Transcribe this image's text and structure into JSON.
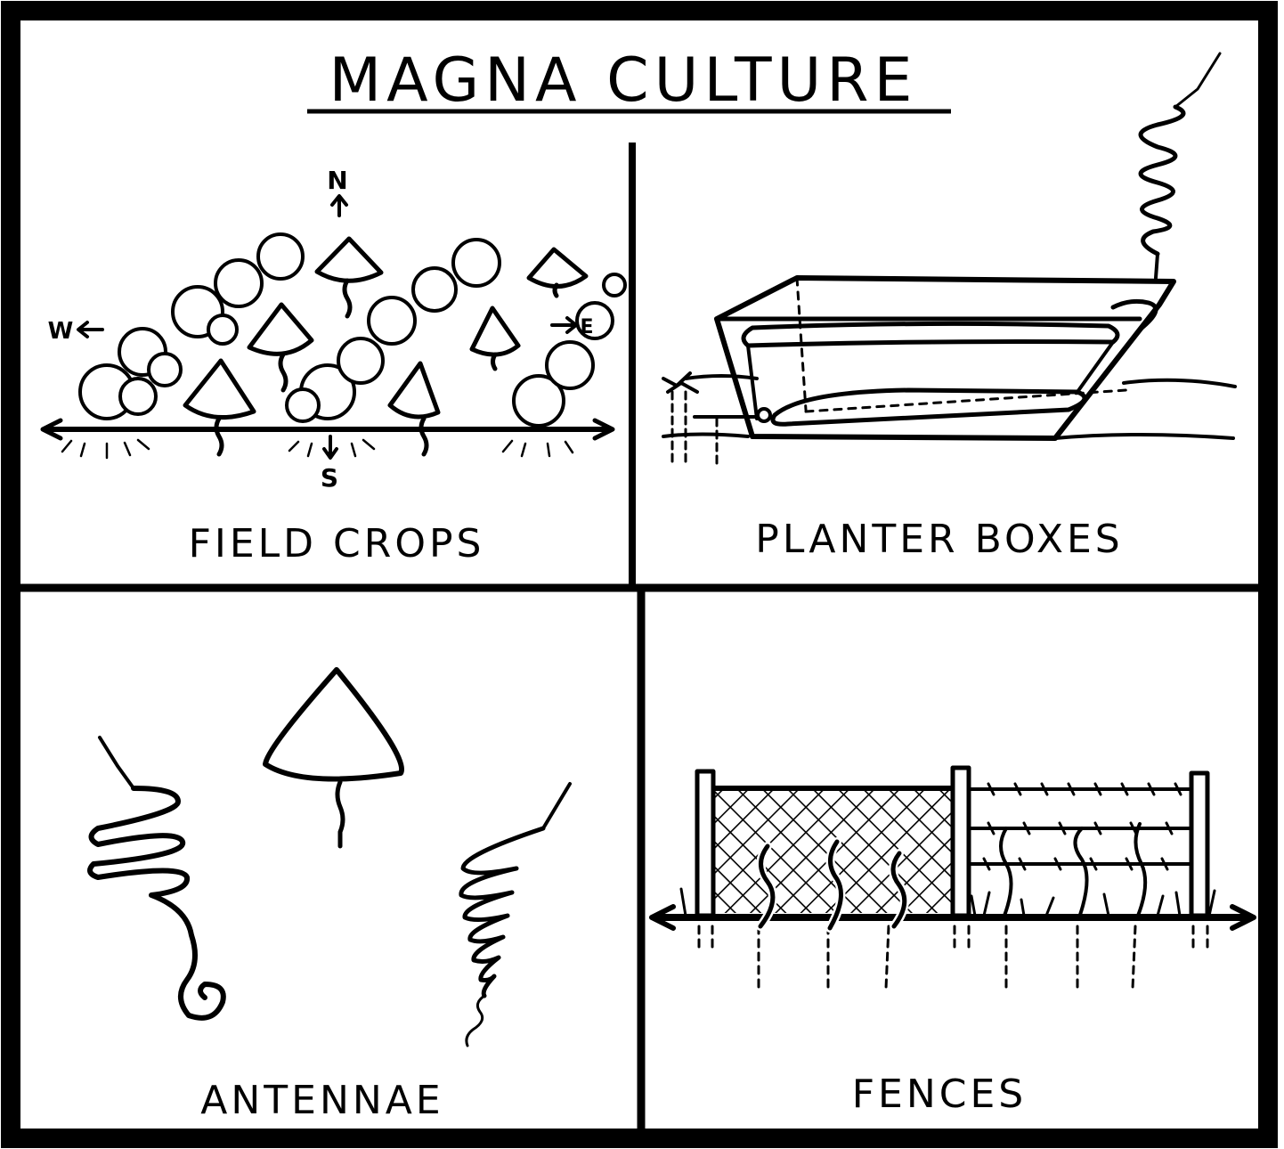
{
  "title": "MAGNA CULTURE",
  "panels": {
    "field_crops": {
      "label": "FIELD CROPS",
      "compass": {
        "n": "N",
        "s": "S",
        "e": "E",
        "w": "W"
      }
    },
    "planter_boxes": {
      "label": "PLANTER BOXES"
    },
    "antennae": {
      "label": "ANTENNAE"
    },
    "fences": {
      "label": "FENCES"
    }
  },
  "colors": {
    "ink": "#000000",
    "paper": "#ffffff"
  }
}
